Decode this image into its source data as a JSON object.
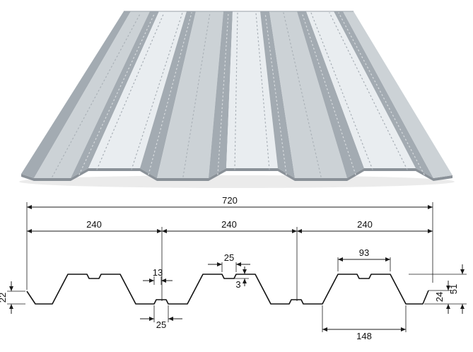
{
  "dims": {
    "overall_width": "720",
    "pitch": [
      "240",
      "240",
      "240"
    ],
    "top_stiffener_width": "25",
    "rib_top_width": "93",
    "small_offset": "13",
    "groove_depth": "3",
    "left_edge_height": "22",
    "bottom_stiffener_width": "25",
    "rib_bottom_width": "148",
    "right_lip_height": "24",
    "profile_height": "51"
  },
  "colors": {
    "steel_bright": "#e9edf0",
    "steel_mid": "#ccd2d6",
    "steel_dark": "#a3abb2",
    "steel_edge": "#8a9198",
    "shadow": "rgba(0,0,0,0.08)"
  }
}
